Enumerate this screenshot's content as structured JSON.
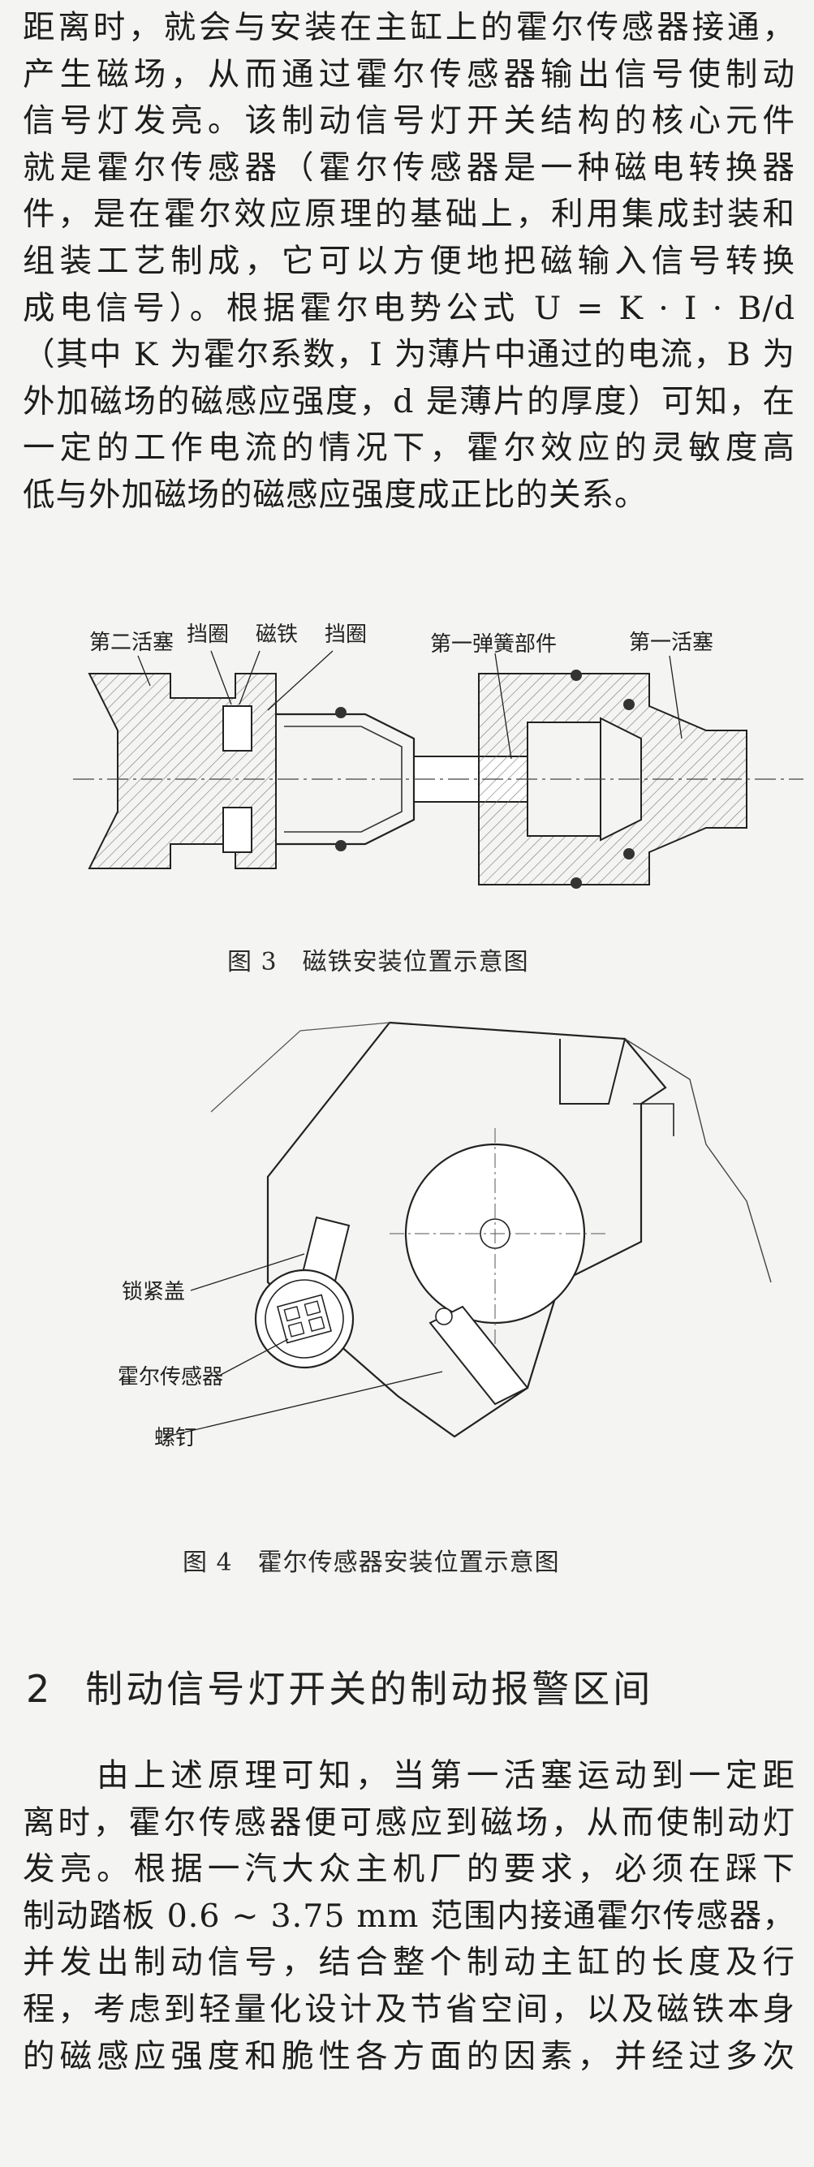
{
  "paragraph1": [
    "距离时，就会与安装在主缸上的霍尔传感器接通，",
    "产生磁场，从而通过霍尔传感器输出信号使制动",
    "信号灯发亮。该制动信号灯开关结构的核心元件",
    "就是霍尔传感器（霍尔传感器是一种磁电转换器",
    "件，是在霍尔效应原理的基础上，利用集成封装和",
    "组装工艺制成，它可以方便地把磁输入信号转换",
    "成电信号）。根据霍尔电势公式 U = K · I · B/d",
    "（其中 K 为霍尔系数，I 为薄片中通过的电流，B 为",
    "外加磁场的磁感应强度，d 是薄片的厚度）可知，在",
    "一定的工作电流的情况下，霍尔效应的灵敏度高",
    "低与外加磁场的磁感应强度成正比的关系。"
  ],
  "figure3": {
    "labels": {
      "second_piston": "第二活塞",
      "retainer_left": "挡圈",
      "magnet": "磁铁",
      "retainer_right": "挡圈",
      "first_spring": "第一弹簧部件",
      "first_piston": "第一活塞"
    },
    "caption": "图 3　磁铁安装位置示意图"
  },
  "figure4": {
    "labels": {
      "lock_cover": "锁紧盖",
      "hall_sensor": "霍尔传感器",
      "screw": "螺钉"
    },
    "caption": "图 4　霍尔传感器安装位置示意图"
  },
  "section": {
    "number": "2",
    "title": "制动信号灯开关的制动报警区间"
  },
  "paragraph2": [
    "　　由上述原理可知，当第一活塞运动到一定距",
    "离时，霍尔传感器便可感应到磁场，从而使制动灯",
    "发亮。根据一汽大众主机厂的要求，必须在踩下",
    "制动踏板 0.6 ~ 3.75 mm 范围内接通霍尔传感器，",
    "并发出制动信号，结合整个制动主缸的长度及行",
    "程，考虑到轻量化设计及节省空间，以及磁铁本身",
    "的磁感应强度和脆性各方面的因素，并经过多次"
  ]
}
